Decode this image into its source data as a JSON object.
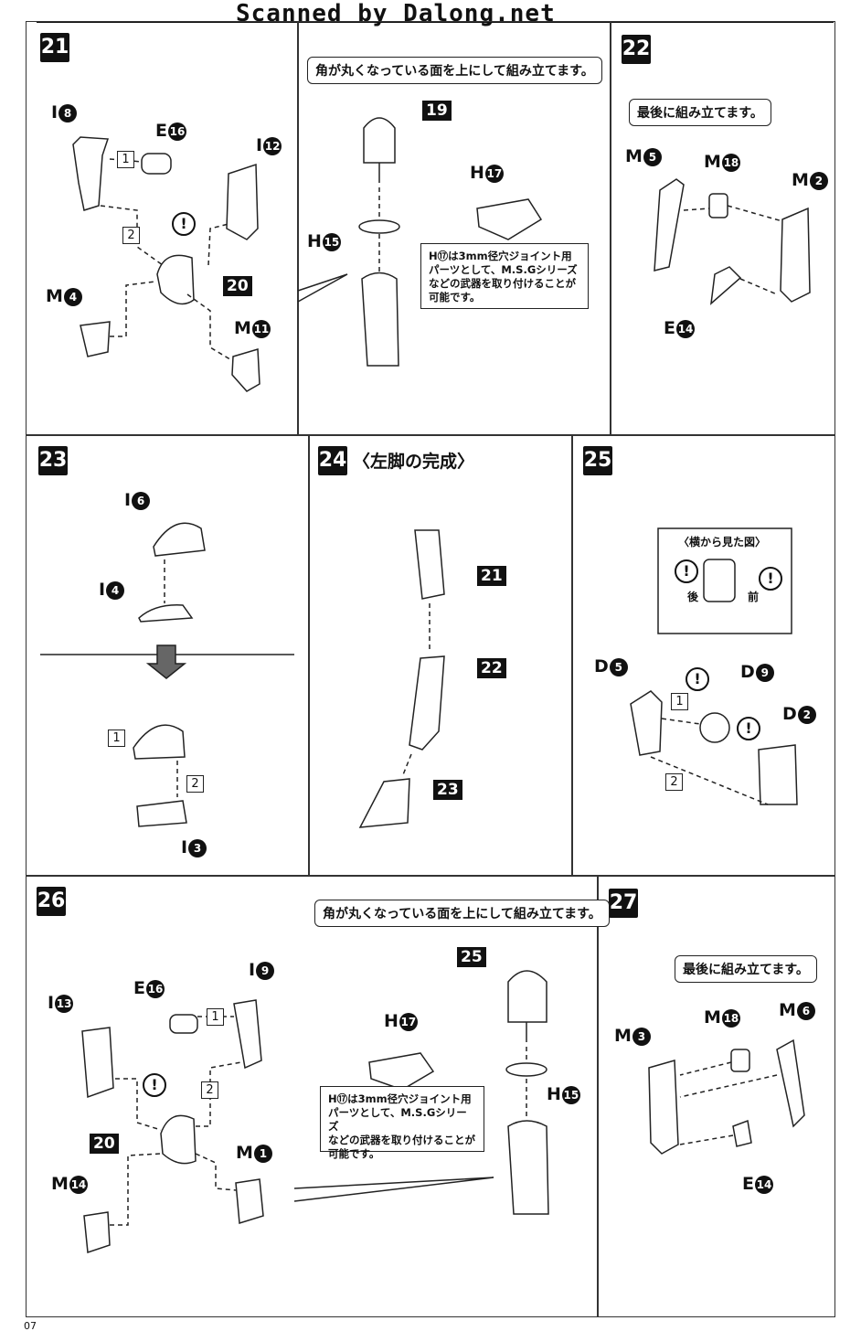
{
  "banner": "Scanned by Dalong.net",
  "page_number": "07",
  "steps": {
    "s21": "21",
    "s22": "22",
    "s23": "23",
    "s24": "24",
    "s25": "25",
    "s26": "26",
    "s27": "27"
  },
  "callouts": {
    "round_face_up": "角が丸くなっている面を上にして組み立てます。",
    "assemble_last": "最後に組み立てます。",
    "round_face_up_2": "角が丸くなっている面を上にして組み立てます。",
    "assemble_last_2": "最後に組み立てます。",
    "left_leg_complete": "〈左脚の完成〉",
    "side_view": "〈横から見た図〉",
    "back": "後",
    "front": "前"
  },
  "note_h17": [
    "H⑰は3mm径穴ジョイント用",
    "パーツとして、M.S.Gシリーズ",
    "などの武器を取り付けることが",
    "可能です。"
  ],
  "parts": {
    "p21": [
      {
        "letter": "I",
        "num": "8"
      },
      {
        "letter": "E",
        "num": "16"
      },
      {
        "letter": "I",
        "num": "12"
      },
      {
        "letter": "M",
        "num": "4"
      },
      {
        "letter": "M",
        "num": "11"
      }
    ],
    "p21b": [
      {
        "letter": "H",
        "num": "15"
      },
      {
        "letter": "H",
        "num": "17"
      }
    ],
    "p22": [
      {
        "letter": "M",
        "num": "5"
      },
      {
        "letter": "M",
        "num": "18"
      },
      {
        "letter": "M",
        "num": "2"
      },
      {
        "letter": "E",
        "num": "14"
      }
    ],
    "p23": [
      {
        "letter": "I",
        "num": "6"
      },
      {
        "letter": "I",
        "num": "4"
      },
      {
        "letter": "I",
        "num": "3"
      }
    ],
    "p25": [
      {
        "letter": "D",
        "num": "5"
      },
      {
        "letter": "D",
        "num": "9"
      },
      {
        "letter": "D",
        "num": "2"
      }
    ],
    "p26": [
      {
        "letter": "I",
        "num": "13"
      },
      {
        "letter": "E",
        "num": "16"
      },
      {
        "letter": "I",
        "num": "9"
      },
      {
        "letter": "M",
        "num": "14"
      },
      {
        "letter": "M",
        "num": "1"
      }
    ],
    "p26b": [
      {
        "letter": "H",
        "num": "17"
      },
      {
        "letter": "H",
        "num": "15"
      }
    ],
    "p27": [
      {
        "letter": "M",
        "num": "3"
      },
      {
        "letter": "M",
        "num": "18"
      },
      {
        "letter": "M",
        "num": "6"
      },
      {
        "letter": "E",
        "num": "14"
      }
    ]
  },
  "tags": {
    "t19": "19",
    "t20": "20",
    "t21": "21",
    "t22": "22",
    "t23": "23",
    "t20b": "20",
    "t25": "25"
  },
  "order": {
    "one": "1",
    "two": "2"
  },
  "warn": "!"
}
